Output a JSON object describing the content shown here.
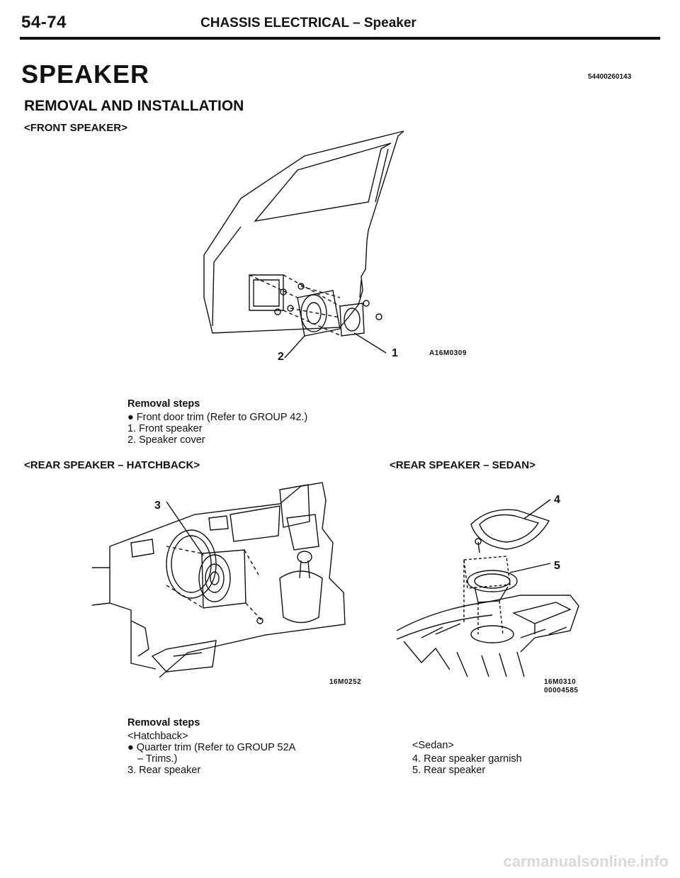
{
  "header": {
    "page_number": "54-74",
    "title": "CHASSIS ELECTRICAL – Speaker"
  },
  "main_title": "SPEAKER",
  "document_code": "54400260143",
  "subtitle": "REMOVAL AND INSTALLATION",
  "front": {
    "section_label": "<FRONT SPEAKER>",
    "figure_code": "A16M0309",
    "callouts": {
      "c1": "1",
      "c2": "2"
    },
    "steps_heading": "Removal steps",
    "steps": [
      "● Front door trim (Refer to GROUP 42.)",
      "1. Front speaker",
      "2. Speaker cover"
    ]
  },
  "hatchback": {
    "section_label": "<REAR SPEAKER – HATCHBACK>",
    "figure_code": "16M0252",
    "callouts": {
      "c3": "3"
    },
    "steps_heading": "Removal steps",
    "steps": [
      "<Hatchback>",
      "● Quarter trim (Refer to GROUP 52A",
      "  – Trims.)",
      "3. Rear speaker"
    ]
  },
  "sedan": {
    "section_label": "<REAR SPEAKER – SEDAN>",
    "figure_code": "16M0310",
    "figure_code_2": "00004585",
    "callouts": {
      "c4": "4",
      "c5": "5"
    },
    "steps": [
      "<Sedan>",
      "4. Rear speaker garnish",
      "5. Rear speaker"
    ]
  },
  "footer": "carmanualsonline.info"
}
